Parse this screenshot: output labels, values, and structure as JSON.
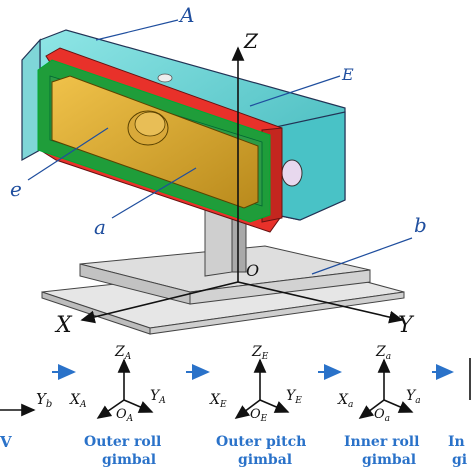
{
  "labels": {
    "A": "A",
    "E": "E",
    "e": "e",
    "a": "a",
    "b": "b",
    "Z": "Z",
    "O": "O",
    "X": "X",
    "Y": "Y"
  },
  "frames": [
    {
      "z": "",
      "zsub": "",
      "x": "",
      "xsub": "",
      "y": "Y",
      "ysub": "b",
      "o": "",
      "osub": "",
      "caption1": "V",
      "caption2": ""
    },
    {
      "z": "Z",
      "zsub": "A",
      "x": "X",
      "xsub": "A",
      "y": "Y",
      "ysub": "A",
      "o": "O",
      "osub": "A",
      "caption1": "Outer roll",
      "caption2": "gimbal"
    },
    {
      "z": "Z",
      "zsub": "E",
      "x": "X",
      "xsub": "E",
      "y": "Y",
      "ysub": "E",
      "o": "O",
      "osub": "E",
      "caption1": "Outer pitch",
      "caption2": "gimbal"
    },
    {
      "z": "Z",
      "zsub": "a",
      "x": "X",
      "xsub": "a",
      "y": "Y",
      "ysub": "a",
      "o": "O",
      "osub": "a",
      "caption1": "Inner roll",
      "caption2": "gimbal"
    },
    {
      "z": "",
      "zsub": "",
      "x": "",
      "xsub": "",
      "y": "",
      "ysub": "",
      "o": "",
      "osub": "",
      "caption1": "In",
      "caption2": "gi"
    }
  ],
  "colors": {
    "outer_roll": "#5fd3d3",
    "pitch": "#e8312a",
    "inner_roll": "#1f9d3a",
    "payload": "#d4a52a",
    "base": "#d9d9d9",
    "arrow": "#2a72c9"
  }
}
